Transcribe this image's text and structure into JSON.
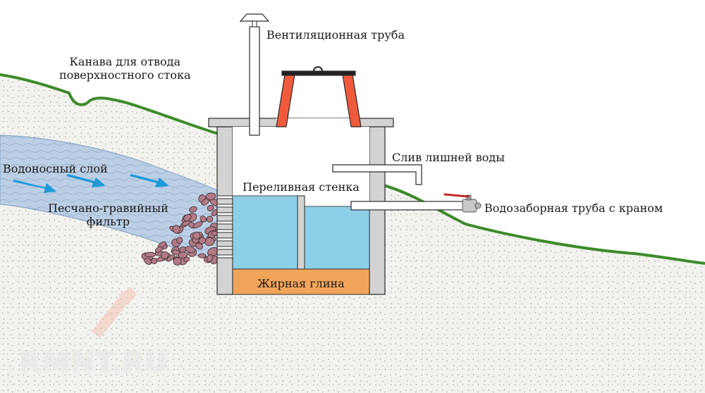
{
  "labels": {
    "ditch": "Канава для отвода\nповерхностного стока",
    "vent_pipe": "Вентиляционная труба",
    "aquifer": "Водоносный слой",
    "filter": "Песчано-гравийный\nфильтр",
    "overflow_wall": "Переливная стенка",
    "drain": "Слив лишней воды",
    "intake_pipe": "Водозаборная труба с краном",
    "clay": "Жирная глина"
  },
  "watermark": {
    "text": "RMNT.RU"
  },
  "colors": {
    "soil": "#f2f2ef",
    "soil_dots": "#a8a8a0",
    "grass": "#3d8a2a",
    "aquifer": "#b9cde3",
    "aquifer_line": "#8aa6c6",
    "flow_arrow": "#1e9ad6",
    "gravel": "#b07a86",
    "wall": "#d3d3d3",
    "water": "#8ecfe8",
    "clay": "#f2a55a",
    "roof": "#f05a3c",
    "pipe": "#ffffff",
    "outline": "#2a2a2a"
  }
}
